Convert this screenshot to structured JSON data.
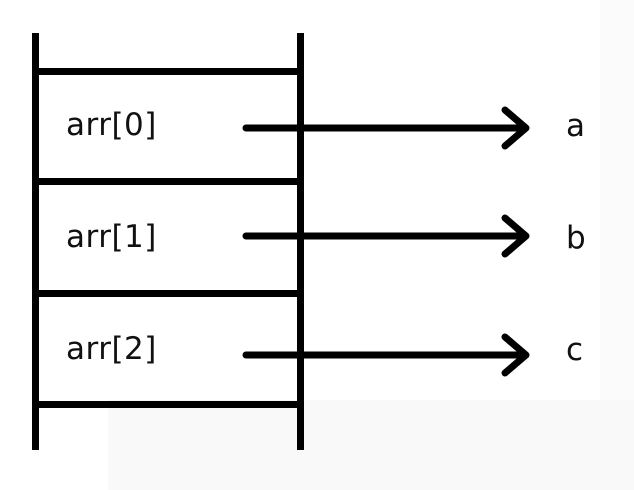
{
  "diagram": {
    "cells": [
      {
        "label": "arr[0]",
        "target": "a"
      },
      {
        "label": "arr[1]",
        "target": "b"
      },
      {
        "label": "arr[2]",
        "target": "c"
      }
    ],
    "colors": {
      "line": "#000000",
      "text": "#111111",
      "background": "#ffffff"
    }
  }
}
